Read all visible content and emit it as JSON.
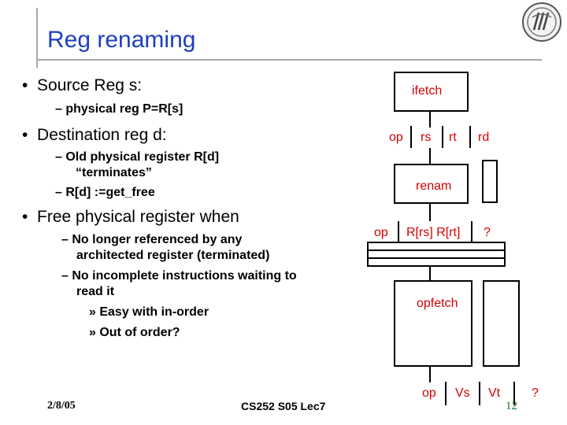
{
  "slide": {
    "title": "Reg renaming",
    "bullets": {
      "b1": "Source Reg s:",
      "b1_sub": "physical reg P=R[s]",
      "b2": "Destination reg d:",
      "b2_sub1_line1": "Old physical register R[d]",
      "b2_sub1_line2": "“terminates”",
      "b2_sub2": "R[d] :=get_free",
      "b3": "Free physical register when",
      "b3_sub1_line1": "No longer referenced by any",
      "b3_sub1_line2": "architected register (terminated)",
      "b3_sub2_line1": "No incomplete instructions waiting to",
      "b3_sub2_line2": "read it",
      "b3_subsub1": "Easy with in-order",
      "b3_subsub2": "Out of order?"
    },
    "bullet_char": "•",
    "dash_char": "–",
    "raquo_char": "»"
  },
  "diagram": {
    "ifetch": "ifetch",
    "stage1": {
      "op": "op",
      "rs": "rs",
      "rt": "rt",
      "rd": "rd"
    },
    "renam": "renam",
    "stage2": {
      "op": "op",
      "fields": "R[rs] R[rt]",
      "q": "?"
    },
    "opfetch": "opfetch",
    "stage3": {
      "op": "op",
      "vs": "Vs",
      "vt": "Vt",
      "q": "?"
    }
  },
  "footer": {
    "date": "2/8/05",
    "course": "CS252 S05 Lec7",
    "page": "12"
  },
  "colors": {
    "title": "#1e3fbf",
    "diagram_text": "#d40000",
    "page_number": "#0d7a2a",
    "rule": "#a8a8a8"
  },
  "icons": {
    "logo": "university-seal-logo"
  }
}
